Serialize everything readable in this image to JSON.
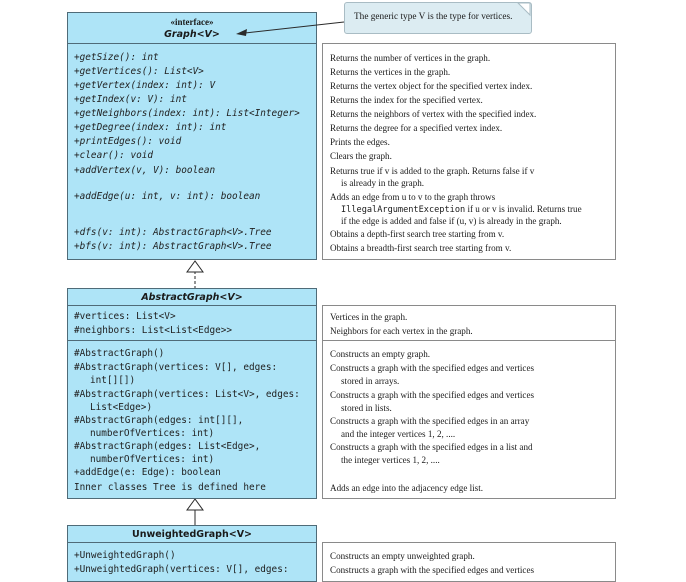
{
  "callout": {
    "text": "The generic type V is the type for vertices."
  },
  "graph": {
    "stereotype": "«interface»",
    "name": "Graph<V>",
    "methods": [
      "+getSize(): int",
      "+getVertices(): List<V>",
      "+getVertex(index: int): V",
      "+getIndex(v: V): int",
      "+getNeighbors(index: int): List<Integer>",
      "+getDegree(index: int): int",
      "+printEdges(): void",
      "+clear(): void",
      "+addVertex(v, V): boolean",
      "+addEdge(u: int, v: int): boolean",
      "+dfs(v: int): AbstractGraph<V>.Tree",
      "+bfs(v: int): AbstractGraph<V>.Tree"
    ],
    "descriptions": [
      "Returns the number of vertices in the graph.",
      "Returns the vertices in the graph.",
      "Returns the vertex object for the specified vertex index.",
      "Returns the index for the specified vertex.",
      "Returns the neighbors of vertex with the specified index.",
      "Returns the degree for a specified vertex index.",
      "Prints the edges.",
      "Clears the graph.",
      "Returns true if v is added to the graph. Returns false if v",
      "is already in the graph.",
      "Adds an edge from u to v to the graph throws",
      "IllegalArgumentException",
      " if u or v is invalid. Returns true",
      "if the edge is added and false if (u, v) is already in the graph.",
      "Obtains a depth-first search tree starting from v.",
      "Obtains a breadth-first search tree starting from v."
    ]
  },
  "abstract_graph": {
    "name": "AbstractGraph<V>",
    "fields": [
      "#vertices: List<V>",
      "#neighbors: List<List<Edge>>"
    ],
    "methods": [
      "#AbstractGraph()",
      "#AbstractGraph(vertices: V[], edges:",
      "int[][])",
      "#AbstractGraph(vertices: List<V>, edges:",
      "List<Edge>)",
      "#AbstractGraph(edges: int[][],",
      "numberOfVertices: int)",
      "#AbstractGraph(edges: List<Edge>,",
      "numberOfVertices: int)",
      "+addEdge(e: Edge): boolean",
      "Inner classes Tree is defined here"
    ],
    "field_descriptions": [
      "Vertices in the graph.",
      "Neighbors for each vertex in the graph."
    ],
    "descriptions": [
      "Constructs an empty graph.",
      "Constructs a graph with the specified edges and vertices",
      "stored in arrays.",
      "Constructs a graph with the specified edges and vertices",
      "stored in lists.",
      "Constructs a graph with the specified edges in an array",
      "and the integer vertices 1, 2, ....",
      "Constructs a graph with the specified edges in a list and",
      "the integer vertices 1, 2, ....",
      "Adds an edge into the adjacency edge list."
    ]
  },
  "unweighted_graph": {
    "name": "UnweightedGraph<V>",
    "methods": [
      "+UnweightedGraph()",
      "+UnweightedGraph(vertices: V[], edges:"
    ],
    "descriptions": [
      "Constructs an empty unweighted graph.",
      "Constructs a graph with the specified edges and vertices"
    ]
  },
  "colors": {
    "class_fill": "#aee4f7",
    "border": "#4f6b78",
    "callout_fill": "#dcecf2"
  }
}
